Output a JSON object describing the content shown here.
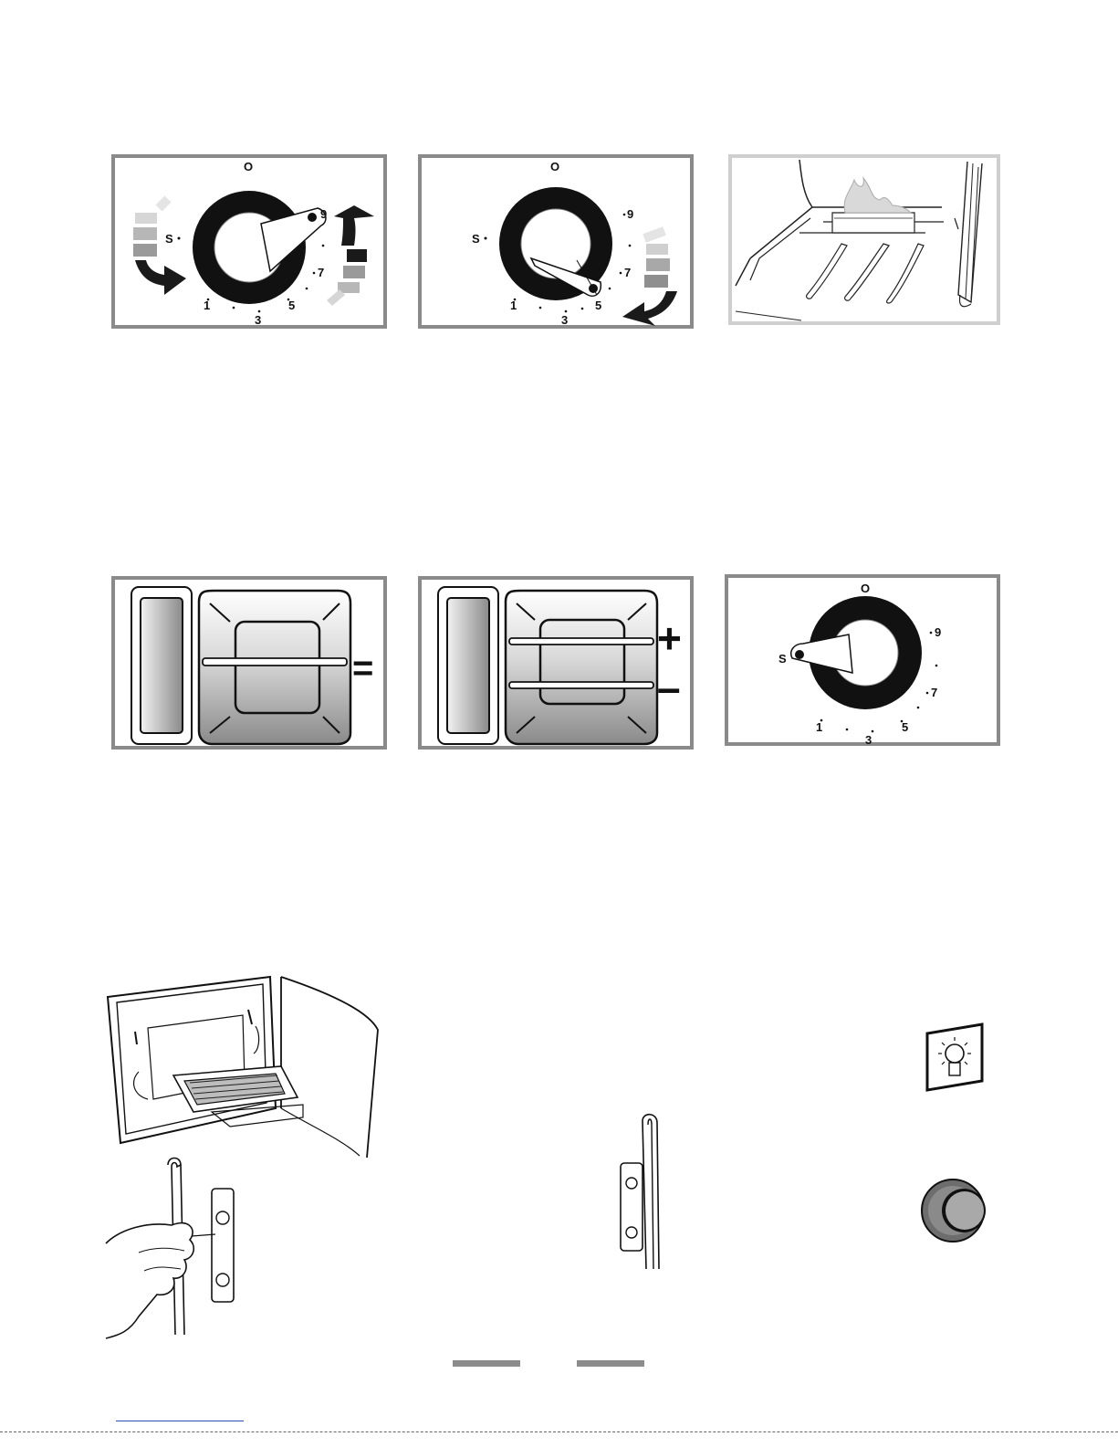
{
  "dial_labels": {
    "off": "O",
    "s": "S",
    "one": "1",
    "three": "3",
    "five": "5",
    "seven": "7",
    "nine": "9"
  },
  "shelf_signs": {
    "equal": "=",
    "plus": "+",
    "minus": "–"
  },
  "colors": {
    "panel_border": "#8a8a8a",
    "panel_border_light": "#cfcfcf",
    "dial_ring": "#111111",
    "arrow_dark": "#1a1a1a",
    "band_gray": "#9a9a9a",
    "band_light": "#cfcfcf",
    "footer_bar": "#8c8c8c"
  },
  "icons": [
    "dial-decrease-icon",
    "dial-set-icon",
    "burner-flame-icon",
    "single-shelf-icon",
    "two-shelves-icon",
    "dial-off-icon",
    "grill-pan-icon",
    "shelf-runner-remove-icon",
    "shelf-runner-icon",
    "lamp-symbol-icon",
    "light-button-icon"
  ]
}
